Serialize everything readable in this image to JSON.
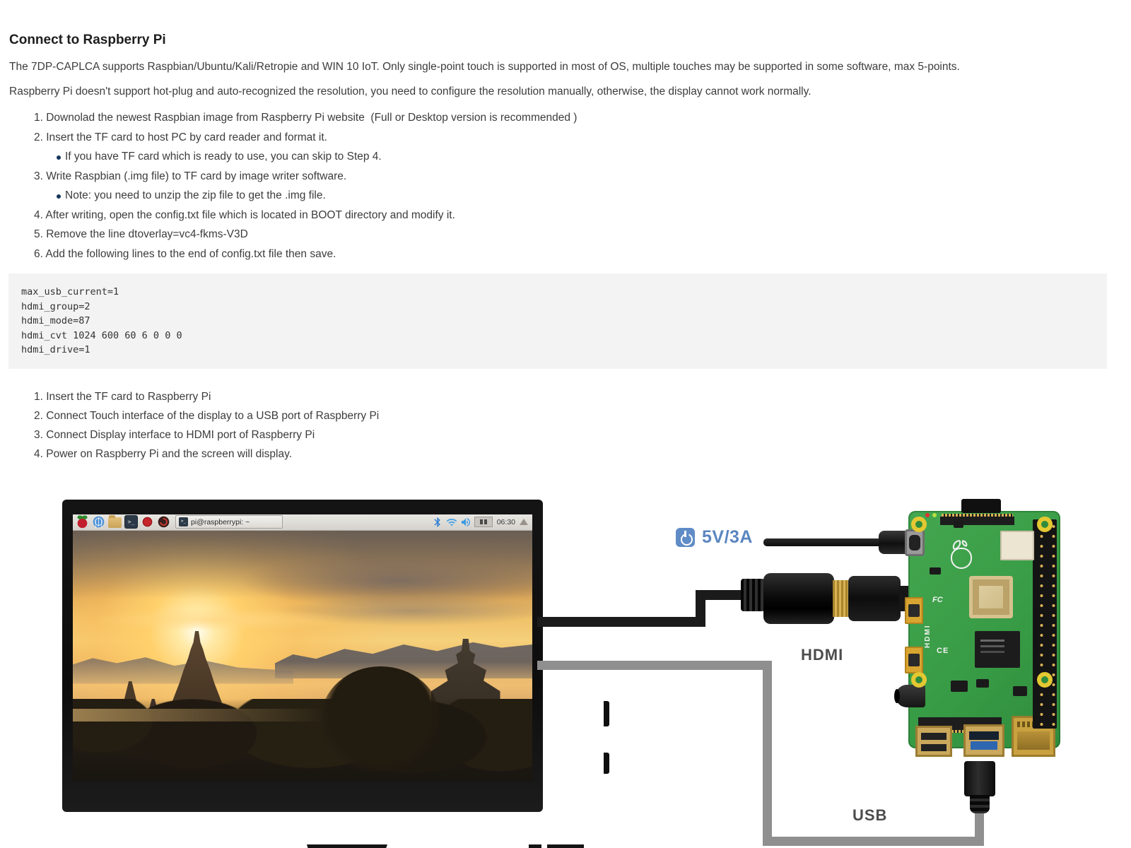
{
  "doc": {
    "title": "Connect to Raspberry Pi",
    "para1": "The 7DP-CAPLCA supports Raspbian/Ubuntu/Kali/Retropie and WIN 10 IoT. Only single-point touch is supported in most of OS, multiple touches may be supported in some software, max 5-points.",
    "para2": "Raspberry Pi doesn't support hot-plug and auto-recognized the resolution, you need to configure the resolution manually, otherwise, the display cannot work normally.",
    "steps1": [
      "1. Downolad the newest Raspbian image from Raspberry Pi website  (Full or Desktop version is recommended )",
      "2. Insert the TF card to host PC by card reader and format it.",
      "If you have TF card which is ready to use, you can skip to Step 4.",
      "3. Write Raspbian (.img file) to TF card by image writer software.",
      "Note: you need to unzip the zip file to get the .img file.",
      "4. After writing, open the config.txt file which is located in BOOT directory and modify it.",
      "5. Remove the line dtoverlay=vc4-fkms-V3D",
      "6. Add the following lines to the end of config.txt file then save."
    ],
    "code": {
      "lines": [
        "max_usb_current=1",
        "hdmi_group=2",
        "hdmi_mode=87",
        "hdmi_cvt 1024 600 60 6 0 0 0",
        "hdmi_drive=1"
      ]
    },
    "steps2": [
      "1. Insert the TF card to Raspberry Pi",
      "2. Connect Touch interface of the display to a USB port of Raspberry Pi",
      "3. Connect Display interface to HDMI port of Raspberry Pi",
      "4. Power on Raspberry Pi and the screen will display."
    ]
  },
  "figure": {
    "labels": {
      "power": "5V/3A",
      "hdmi": "HDMI",
      "usb": "USB"
    },
    "taskbar": {
      "window_title": "pi@raspberrypi: ~",
      "time": "06:30",
      "terminal_glyph": ">_"
    },
    "board": {
      "silkscreen_hdmi": "HDMI",
      "fcc": "FC",
      "ce": "CE"
    },
    "colors": {
      "accent_blue": "#5b86c0",
      "cable_gray": "#8f8f8f",
      "cable_black": "#1b1b1b",
      "pcb_green": "#3ca04a",
      "label_gray": "#4c4c4c",
      "code_bg": "#f3f3f3"
    }
  }
}
